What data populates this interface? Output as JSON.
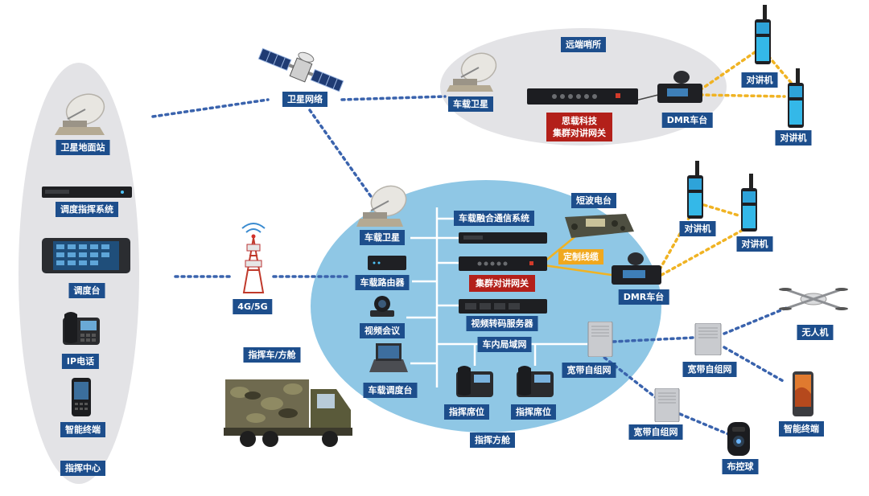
{
  "diagram": {
    "command_center": {
      "title": "指挥中心",
      "items": [
        "卫星地面站",
        "调度指挥系统",
        "调度台",
        "IP电话",
        "智能终端"
      ]
    },
    "satellite_network": "卫星网络",
    "remote_post": {
      "title": "远端哨所",
      "vehicle_satellite": "车载卫星",
      "gateway_line1": "思载科技",
      "gateway_line2": "集群对讲网关",
      "dmr_station": "DMR车台",
      "radio_1": "对讲机",
      "radio_2": "对讲机"
    },
    "cellular": "4G/5G",
    "vehicle": {
      "label": "指挥车/方舱",
      "satellite": "车载卫星",
      "router": "车载路由器",
      "video_conference": "视频会议",
      "dispatch_console": "车载调度台",
      "fusion_system": "车载融合通信系统",
      "gateway": "集群对讲网关",
      "transcoder": "视频转码服务器",
      "lan": "车内局域网",
      "seat_1": "指挥席位",
      "seat_2": "指挥席位",
      "cabin": "指挥方舱"
    },
    "shortwave_radio": "短波电台",
    "custom_cable": "定制线缆",
    "dmr_station": "DMR车台",
    "radio_1": "对讲机",
    "radio_2": "对讲机",
    "mesh_1": "宽带自组网",
    "mesh_2": "宽带自组网",
    "mesh_3": "宽带自组网",
    "drone": "无人机",
    "smart_terminal": "智能终端",
    "ptz_camera": "布控球",
    "colors": {
      "label_blue": "#1d4e8c",
      "label_red": "#b3201a",
      "label_orange": "#f0a81e",
      "ellipse_grey": "#e3e3e6",
      "ellipse_blue": "#8fc7e5",
      "link_blue": "#3a63ad",
      "link_orange": "#f0b323"
    }
  }
}
